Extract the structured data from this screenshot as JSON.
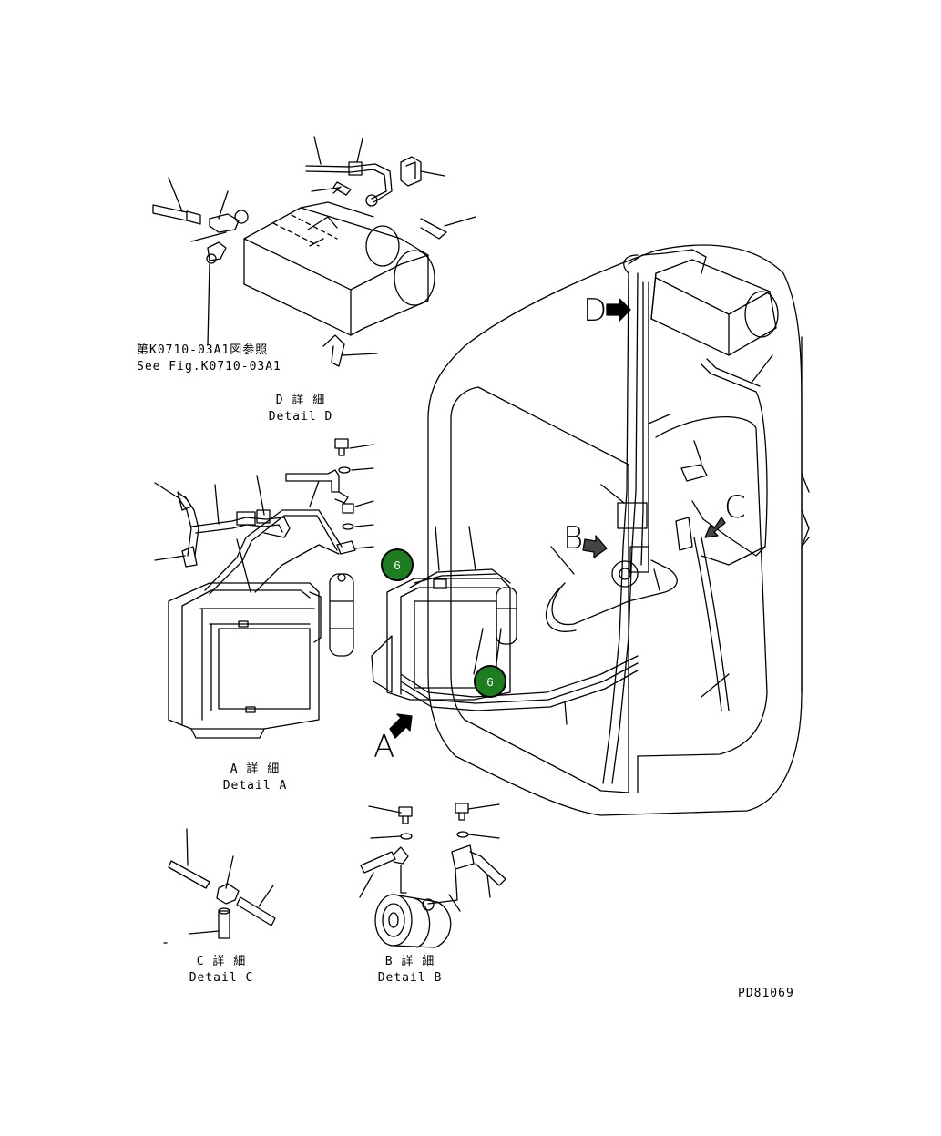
{
  "references": {
    "fig_ref_jp": "第K0710-03A1図参照",
    "fig_ref_en": "See Fig.K0710-03A1"
  },
  "details": {
    "d": {
      "jp": "D 詳 細",
      "en": "Detail D"
    },
    "a": {
      "jp": "A 詳 細",
      "en": "Detail A"
    },
    "c": {
      "jp": "C 詳 細",
      "en": "Detail C"
    },
    "b": {
      "jp": "B 詳 細",
      "en": "Detail B"
    }
  },
  "view_letters": {
    "a": "A",
    "b": "B",
    "c": "C",
    "d": "D"
  },
  "callouts": [
    {
      "label": "6"
    },
    {
      "label": "6"
    }
  ],
  "drawing_number": "PD81069",
  "colors": {
    "callout_fill": "#1e7d1e",
    "line": "#000000",
    "background": "#ffffff"
  }
}
